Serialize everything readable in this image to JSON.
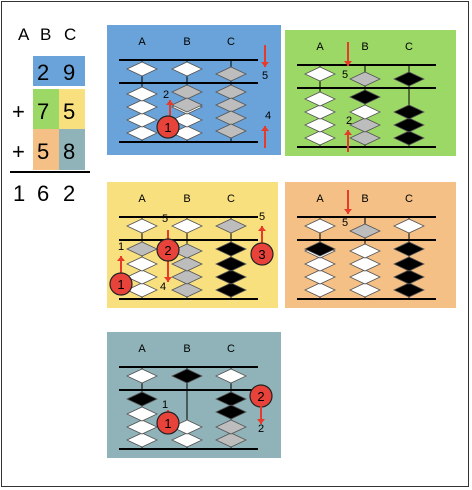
{
  "colors": {
    "panel_blue": "#6aa3d9",
    "panel_green": "#9cd866",
    "panel_yellow": "#f9e07f",
    "panel_orange": "#f5c086",
    "panel_teal": "#8fb3b8",
    "bead_white": "#ffffff",
    "bead_gray": "#bdbdbd",
    "bead_black": "#000000",
    "marker_red": "#e8433a",
    "arrow_red": "#e83a2a"
  },
  "sum": {
    "headers": [
      "A",
      "B",
      "C"
    ],
    "rows": [
      {
        "op": "",
        "digits": [
          "",
          "2",
          "9"
        ]
      },
      {
        "op": "+",
        "digits": [
          "",
          "7",
          "5"
        ]
      },
      {
        "op": "+",
        "digits": [
          "",
          "5",
          "8"
        ]
      }
    ],
    "result": [
      "1",
      "6",
      "2"
    ]
  },
  "panels": [
    {
      "name": "step-1",
      "color": "panel_blue",
      "columns": [
        "A",
        "B",
        "C"
      ],
      "upper": [
        [
          0,
          0
        ],
        [
          0,
          0
        ],
        [
          1,
          0
        ]
      ],
      "lower": [
        [
          0,
          0,
          0,
          0,
          0
        ],
        [
          1,
          1,
          0,
          0,
          0
        ],
        [
          1,
          1,
          1,
          1,
          1
        ]
      ],
      "black": [
        [],
        [],
        []
      ],
      "text": [
        "2",
        "5",
        "4"
      ],
      "circles": [
        "1"
      ]
    },
    {
      "name": "step-2",
      "color": "panel_green",
      "columns": [
        "A",
        "B",
        "C"
      ],
      "text": [
        "5",
        "2"
      ]
    },
    {
      "name": "step-3",
      "color": "panel_yellow",
      "columns": [
        "A",
        "B",
        "C"
      ],
      "text": [
        "5",
        "5",
        "1",
        "4"
      ],
      "circles": [
        "1",
        "2",
        "3"
      ]
    },
    {
      "name": "step-4",
      "color": "panel_orange",
      "columns": [
        "A",
        "B",
        "C"
      ],
      "text": [
        "5"
      ]
    },
    {
      "name": "step-5",
      "color": "panel_teal",
      "columns": [
        "A",
        "B",
        "C"
      ],
      "text": [
        "1",
        "2"
      ],
      "circles": [
        "1",
        "2"
      ]
    }
  ]
}
